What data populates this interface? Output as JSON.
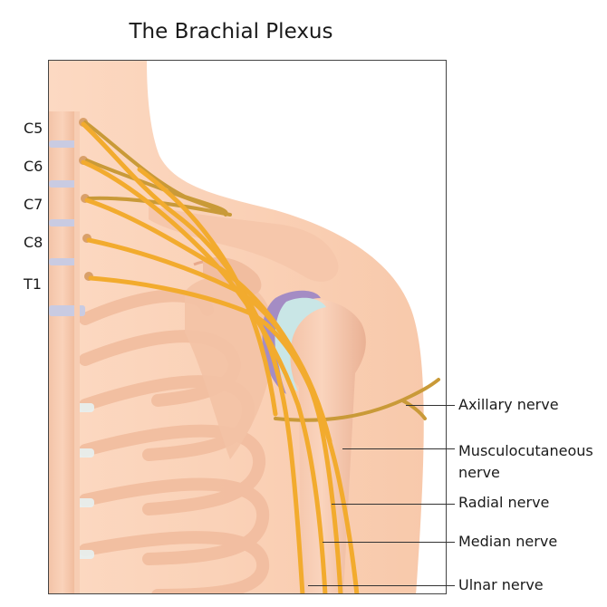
{
  "title": "The Brachial Plexus",
  "vertebra_labels": [
    "C5",
    "C6",
    "C7",
    "C8",
    "T1"
  ],
  "nerve_labels": {
    "axillary": "Axillary nerve",
    "musculocutaneous_1": "Musculocutaneous",
    "musculocutaneous_2": "nerve",
    "radial": "Radial nerve",
    "median": "Median nerve",
    "ulnar": "Ulnar nerve"
  },
  "colors": {
    "skin": "#fbd2b8",
    "bone": "#f4c1a4",
    "bone_shade": "#e8a98b",
    "disc": "#c9cbe2",
    "nerve": "#f2ab2e",
    "nerve_dark": "#c99a38",
    "cartilage": "#c9e6e6",
    "bursa": "#a48cc4"
  }
}
